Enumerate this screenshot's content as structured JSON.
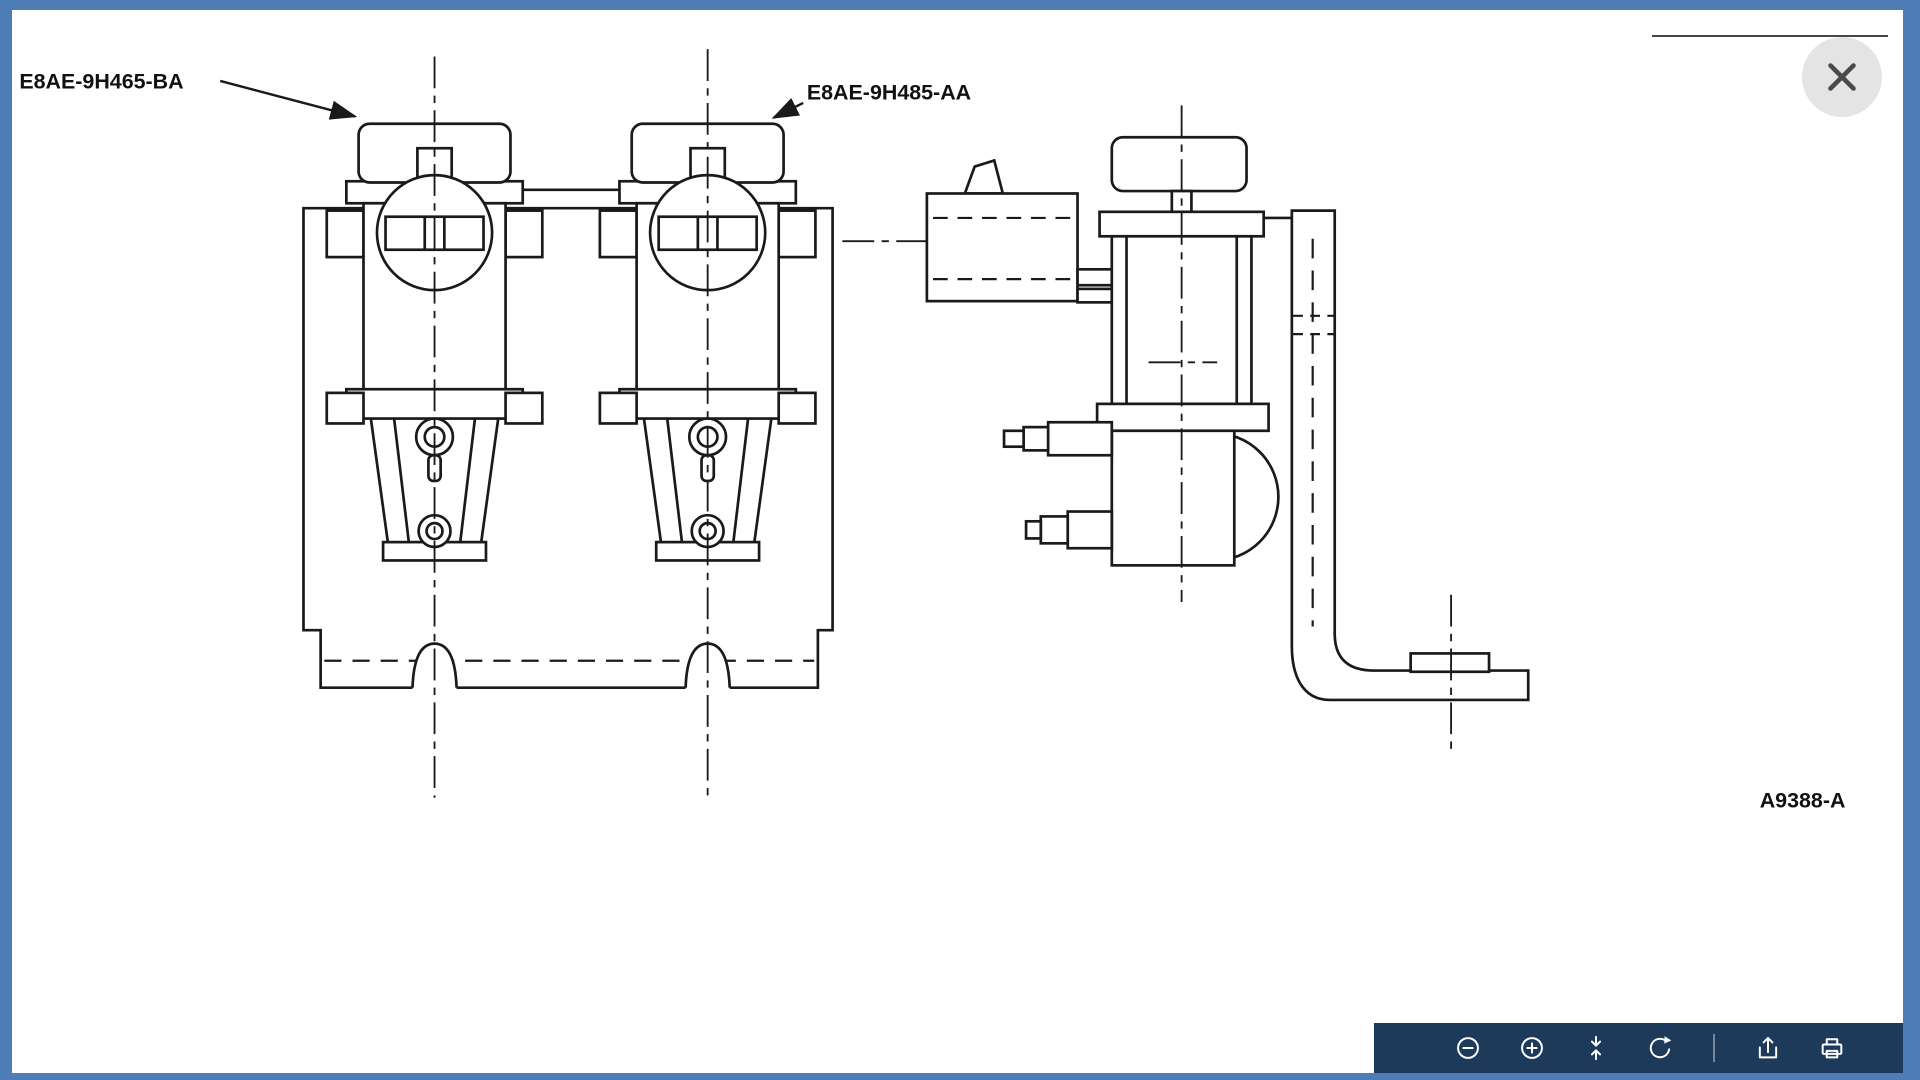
{
  "window": {
    "close_button": "close"
  },
  "diagram": {
    "part_labels": [
      {
        "text": "E8AE-9H465-BA"
      },
      {
        "text": "E8AE-9H485-AA"
      }
    ],
    "figure_code": "A9388-A"
  },
  "toolbar": {
    "buttons": [
      {
        "name": "zoom-out"
      },
      {
        "name": "zoom-in"
      },
      {
        "name": "fit-to-screen"
      },
      {
        "name": "rotate"
      },
      {
        "name": "export"
      },
      {
        "name": "print"
      }
    ]
  },
  "colors": {
    "frame": "#4d7cb7",
    "toolbar_bg": "#1e3a5a",
    "close_button_bg": "#e4e4e4",
    "close_button_icon": "#4a4a4a",
    "line": "#1a1a1a"
  }
}
